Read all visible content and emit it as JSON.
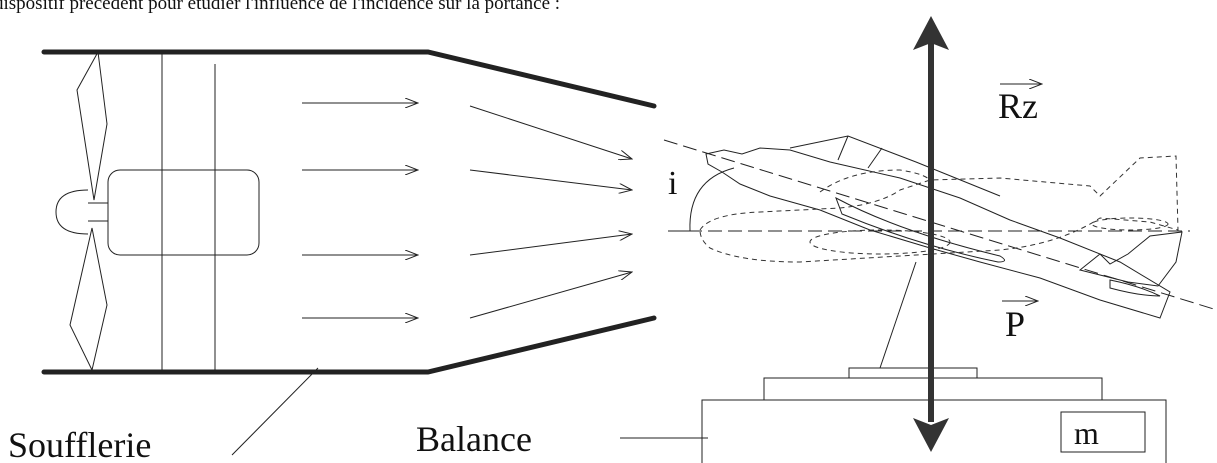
{
  "caption": "dispositif précédent pour étudier l'influence de l'incidence sur la portance :",
  "labels": {
    "soufflerie": "Soufflerie",
    "balance": "Balance",
    "mass": "m",
    "lift": "Rz",
    "weight": "P",
    "incidence": "i"
  }
}
